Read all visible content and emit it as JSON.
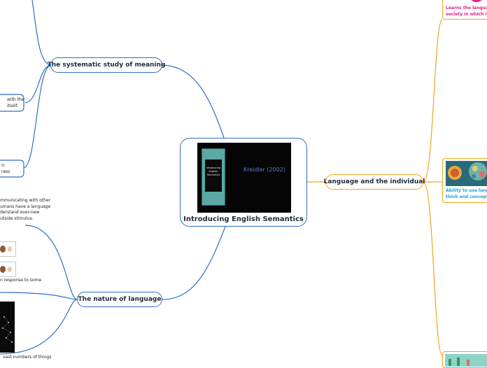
{
  "central": {
    "title": "Introducing English Semantics",
    "image_caption": "Kreidler (2002)",
    "book_cover_lines": [
      "Introducing",
      "English",
      "Semantics"
    ]
  },
  "branches": {
    "systematic": "The systematic study of meaning",
    "nature": "The nature of language",
    "individual": "Language and the individual"
  },
  "left_fragments": {
    "frag1_lines": [
      "with the",
      "itself."
    ],
    "frag2_lines": [
      "ic",
      "ress"
    ],
    "frag3_lines": [
      "mmunicating with other",
      "umans have a language",
      "derstand ever-new",
      "utside stimulus."
    ],
    "frag4": "n response to some",
    "frag5_lines": [
      "vast numbers of things"
    ]
  },
  "right_fragments": {
    "society_lines": [
      "Learns the langua",
      "society in which it g"
    ],
    "ability_lines": [
      "Ability to use langua",
      "think and conceptu"
    ]
  },
  "colors": {
    "blue_branch": "#2f6fc4",
    "orange_branch": "#f2a31a",
    "pink_text": "#e0218a",
    "cyan_text": "#1aa6d9"
  }
}
